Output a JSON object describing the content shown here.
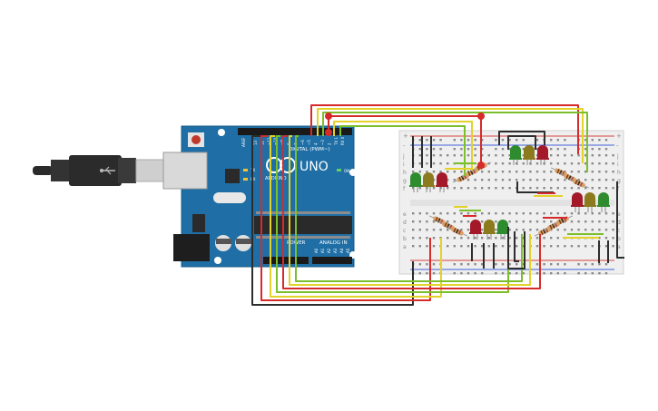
{
  "board": {
    "logo_text": "UNO",
    "brand_text": "ARDUINO",
    "digital_label": "DIGITAL (PWM~)",
    "analog_label": "ANALOG IN",
    "power_label": "POWER",
    "on_label": "ON",
    "aref_label": "AREF",
    "pins_top": [
      "13",
      "12",
      "~11",
      "~10",
      "~9",
      "8",
      "7",
      "~6",
      "~5",
      "4",
      "~3",
      "2",
      "TX 1",
      "RX 0"
    ],
    "pins_analog": [
      "A0",
      "A1",
      "A2",
      "A3",
      "A4",
      "A5"
    ],
    "tx_label": "TX",
    "rx_label": "RX"
  },
  "breadboard": {
    "row_letters_top": [
      "j",
      "i",
      "h",
      "g",
      "f"
    ],
    "row_letters_bottom": [
      "e",
      "d",
      "c",
      "b",
      "a"
    ],
    "plus": "+",
    "minus": "-"
  },
  "leds": [
    {
      "color": "#2e8b2e"
    },
    {
      "color": "#8b7a1e"
    },
    {
      "color": "#a3192a"
    },
    {
      "color": "#2e8b2e"
    },
    {
      "color": "#8b7a1e"
    },
    {
      "color": "#a3192a"
    },
    {
      "color": "#a3192a"
    },
    {
      "color": "#8b7a1e"
    },
    {
      "color": "#2e8b2e"
    },
    {
      "color": "#a3192a"
    },
    {
      "color": "#8b7a1e"
    },
    {
      "color": "#2e8b2e"
    }
  ],
  "colors": {
    "board": "#1f6fa6",
    "wire_red": "#d62b2b",
    "wire_yellow": "#e3d22a",
    "wire_green": "#7bbf2a",
    "wire_black": "#2d2d2d",
    "usb_body": "#2b2b2b",
    "breadboard": "#efefef"
  }
}
